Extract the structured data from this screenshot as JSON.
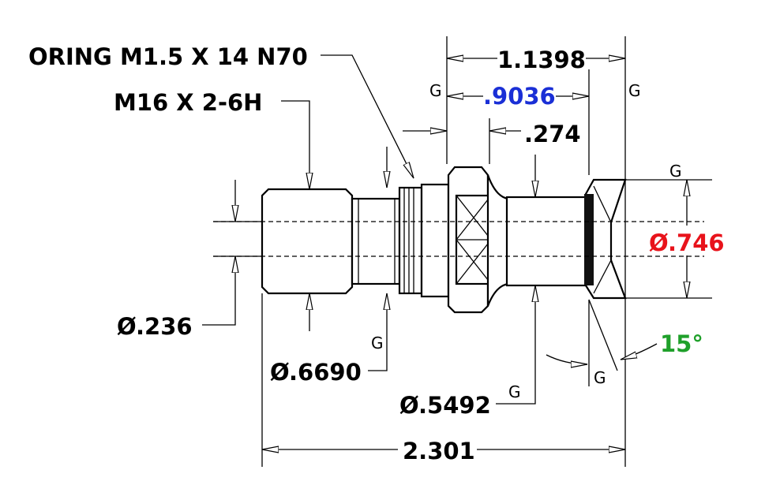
{
  "labels": {
    "oring": "ORING M1.5 X 14 N70",
    "thread": "M16 X 2-6H",
    "dim_overall_top": "1.1398",
    "dim_blue": ".9036",
    "dim_274": ".274",
    "dim_dia_746": "Ø.746",
    "dim_dia_236": "Ø.236",
    "dim_dia_6690": "Ø.6690",
    "dim_dia_5492": "Ø.5492",
    "dim_overall_length": "2.301",
    "angle": "15°",
    "g": "G"
  },
  "colors": {
    "blue": "#1a2fd6",
    "red": "#e8131b",
    "green": "#1fa02a",
    "ink": "#000000"
  }
}
